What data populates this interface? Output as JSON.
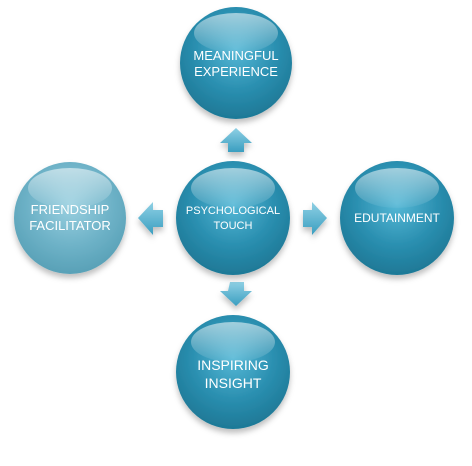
{
  "diagram": {
    "center": {
      "line1": "PSYCHOLOGICAL",
      "line2": "TOUCH"
    },
    "top": {
      "line1": "MEANINGFUL",
      "line2": "EXPERIENCE"
    },
    "right": {
      "line1": "EDUTAINMENT"
    },
    "left": {
      "line1": "FRIENDSHIP",
      "line2": "FACILITATOR"
    },
    "bottom": {
      "line1": "INSPIRING",
      "line2": "INSIGHT"
    }
  },
  "colors": {
    "center_fill": "#2a8fb0",
    "top_fill": "#2a8fb0",
    "right_fill": "#2a8fb0",
    "left_fill": "#6fb3c8",
    "bottom_fill": "#2a8fb0",
    "arrow_fill": "#5bb0cc"
  }
}
